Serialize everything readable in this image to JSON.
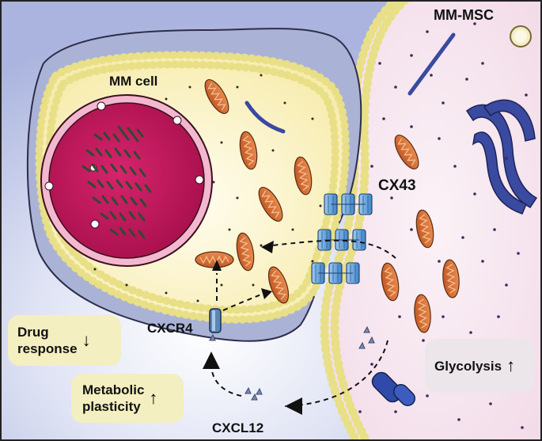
{
  "labels": {
    "mm_cell": "MM cell",
    "mm_msc": "MM-MSC",
    "cx43": "CX43",
    "cxcr4": "CXCR4",
    "cxcl12": "CXCL12"
  },
  "boxes": {
    "drug_response": {
      "line1": "Drug",
      "line2": "response",
      "arrow": "↓"
    },
    "metabolic_plasticity": {
      "line1": "Metabolic",
      "line2": "plasticity",
      "arrow": "↑"
    },
    "glycolysis": {
      "text": "Glycolysis",
      "arrow": "↑"
    }
  },
  "colors": {
    "background_blue": "#b9c2e4",
    "mm_cell_fill": "#f8f1bf",
    "msc_fill": "#f7eaf2",
    "nucleus": "#c8185e",
    "mitochondria": "#d9713a",
    "cx43_channel": "#5a9bd6",
    "box_fill": "#f3efc0",
    "glycolysis_box": "#ece6ea",
    "er": "#3a4aa0"
  }
}
